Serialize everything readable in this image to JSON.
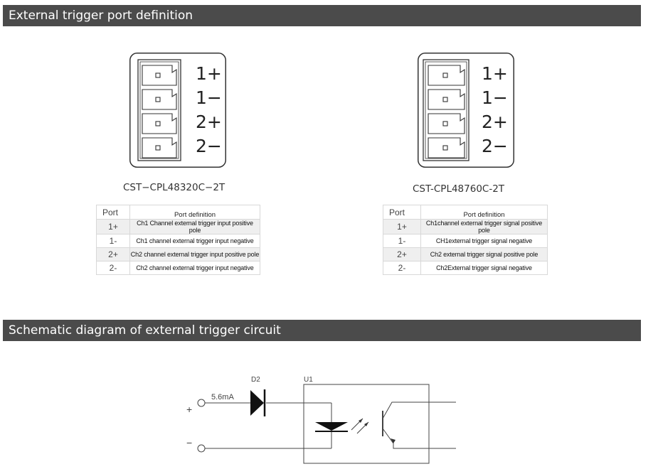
{
  "sections": {
    "port_definition_title": "External trigger port definition",
    "schematic_title": "Schematic diagram of external trigger circuit"
  },
  "pin_labels": [
    "1+",
    "1−",
    "2+",
    "2−"
  ],
  "models": [
    {
      "name": "CST−CPL48320C−2T",
      "table": {
        "headers": [
          "Port",
          "Port  definition"
        ],
        "rows": [
          {
            "port": "1+",
            "definition": "Ch1 Channel external trigger input positive pole"
          },
          {
            "port": "1-",
            "definition": "Ch1 channel external trigger input negative"
          },
          {
            "port": "2+",
            "definition": "Ch2 channel external trigger input positive pole"
          },
          {
            "port": "2-",
            "definition": "Ch2 channel external trigger input negative"
          }
        ]
      }
    },
    {
      "name": "CST-CPL48760C-2T",
      "table": {
        "headers": [
          "Port",
          "Port  definition"
        ],
        "rows": [
          {
            "port": "1+",
            "definition": "Ch1channel external trigger signal positive pole"
          },
          {
            "port": "1-",
            "definition": "CH1external trigger signal negative"
          },
          {
            "port": "2+",
            "definition": "Ch2 external trigger signal positive pole"
          },
          {
            "port": "2-",
            "definition": "Ch2External trigger signal negative"
          }
        ]
      }
    }
  ],
  "circuit": {
    "plus": "+",
    "minus": "−",
    "current": "5.6mA",
    "diode": "D2",
    "optocoupler": "U1"
  }
}
